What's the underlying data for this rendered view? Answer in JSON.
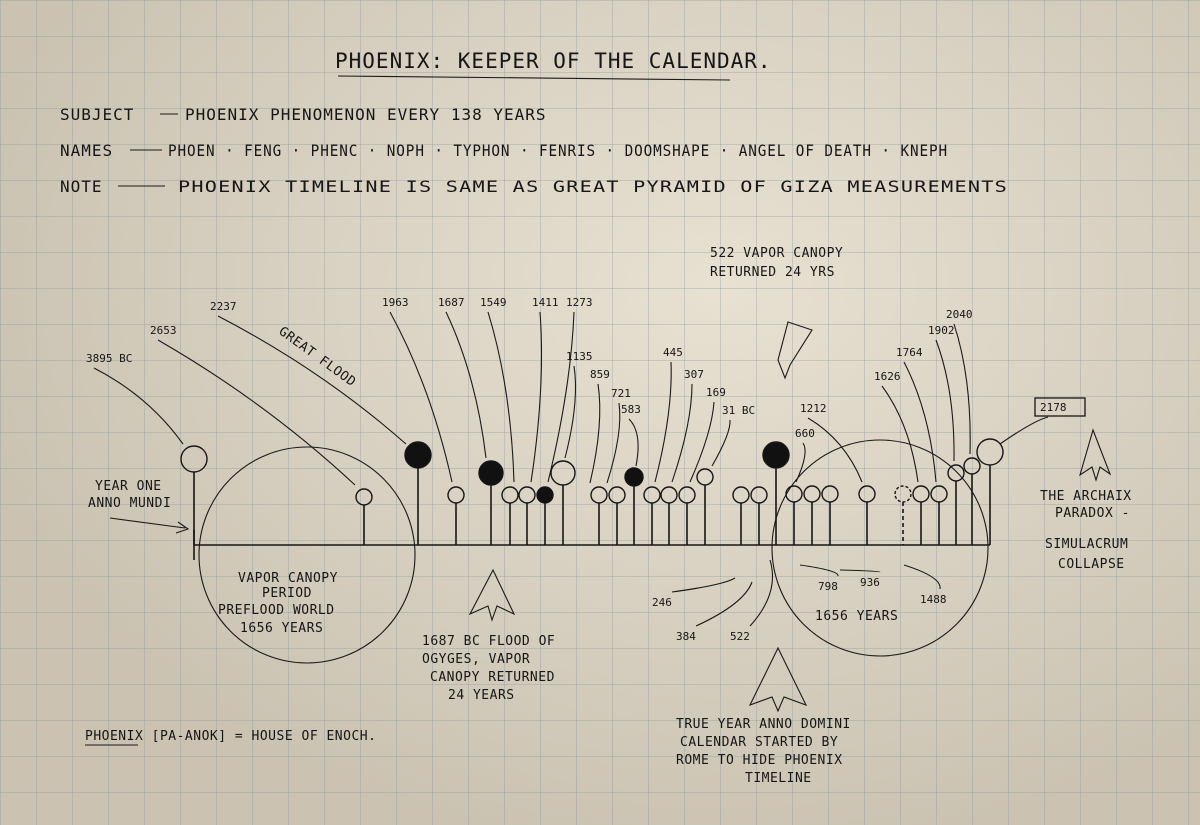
{
  "title": "PHOENIX: KEEPER OF THE CALENDAR.",
  "header": {
    "subject_label": "SUBJECT",
    "subject_text": "PHOENIX PHENOMENON EVERY 138 YEARS",
    "names_label": "NAMES",
    "names_text": "PHOEN · FENG · PHENC · NOPH · TYPHON · FENRIS · DOOMSHAPE · ANGEL OF DEATH · KNEPH",
    "note_label": "NOTE",
    "note_text": "PHOENIX TIMELINE IS SAME AS GREAT PYRAMID OF GIZA MEASUREMENTS"
  },
  "timeline": {
    "markers": [
      {
        "label": "3895 BC",
        "style": "open"
      },
      {
        "label": "2653",
        "style": "open"
      },
      {
        "label": "2237",
        "style": "filled"
      },
      {
        "label": "1963",
        "style": "open"
      },
      {
        "label": "1687",
        "style": "filled"
      },
      {
        "label": "1549",
        "style": "open"
      },
      {
        "label": "1411",
        "style": "open"
      },
      {
        "label": "1273",
        "style": "filled"
      },
      {
        "label": "1135",
        "style": "open"
      },
      {
        "label": "859",
        "style": "open"
      },
      {
        "label": "721",
        "style": "open"
      },
      {
        "label": "583",
        "style": "filled"
      },
      {
        "label": "445",
        "style": "open"
      },
      {
        "label": "307",
        "style": "open"
      },
      {
        "label": "169",
        "style": "open"
      },
      {
        "label": "31 BC",
        "style": "open"
      },
      {
        "label": "246",
        "style": "open"
      },
      {
        "label": "384",
        "style": "open"
      },
      {
        "label": "522",
        "style": "filled"
      },
      {
        "label": "660",
        "style": "open"
      },
      {
        "label": "798",
        "style": "open"
      },
      {
        "label": "936",
        "style": "open"
      },
      {
        "label": "1212",
        "style": "open"
      },
      {
        "label": "1488",
        "style": "dashed"
      },
      {
        "label": "1626",
        "style": "open"
      },
      {
        "label": "1764",
        "style": "open"
      },
      {
        "label": "1902",
        "style": "open"
      },
      {
        "label": "2040",
        "style": "open"
      },
      {
        "label": "2178",
        "style": "open"
      }
    ]
  },
  "annotations": {
    "great_flood": "GREAT FLOOD",
    "year_one_1": "YEAR ONE",
    "year_one_2": "ANNO MUNDI",
    "vapor_top_1": "522 VAPOR CANOPY",
    "vapor_top_2": "RETURNED 24 YRS",
    "left_circle_1": "VAPOR CANOPY",
    "left_circle_2": "PERIOD",
    "left_circle_3": "PREFLOOD WORLD",
    "left_circle_4": "1656 YEARS",
    "right_circle": "1656 YEARS",
    "ogyges_1": "1687 BC FLOOD OF",
    "ogyges_2": "OGYGES, VAPOR",
    "ogyges_3": "CANOPY RETURNED",
    "ogyges_4": "24 YEARS",
    "anno_1": "TRUE YEAR ANNO DOMINI",
    "anno_2": "CALENDAR STARTED BY",
    "anno_3": "ROME TO HIDE PHOENIX",
    "anno_4": "TIMELINE",
    "archaix_1": "THE ARCHAIX",
    "archaix_2": "PARADOX -",
    "archaix_3": "SIMULACRUM",
    "archaix_4": "COLLAPSE",
    "footer": "PHOENIX [PA-ANOK] = HOUSE OF ENOCH."
  }
}
